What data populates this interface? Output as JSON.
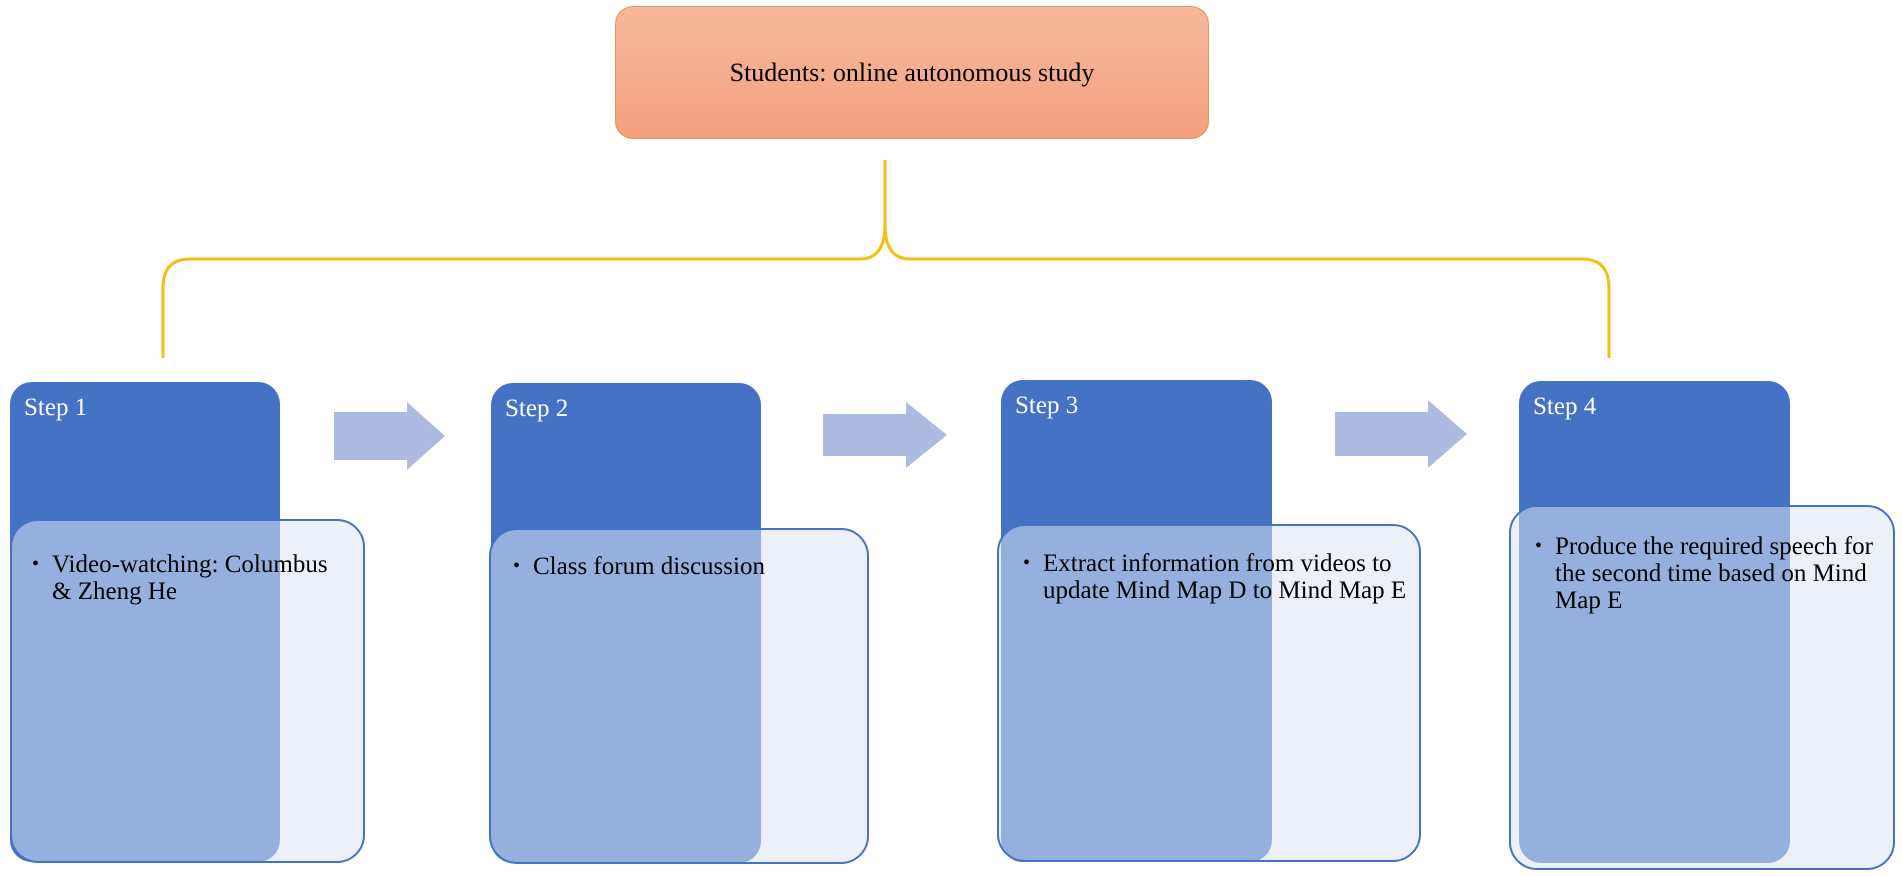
{
  "top_box": {
    "label": "Students: online autonomous study"
  },
  "colors": {
    "top_box_fill": "#f4a27e",
    "top_box_border": "#ef8c5f",
    "step_fill": "#4472c4",
    "card_fill": "#eaeff8",
    "arrow_fill": "#aebbe0",
    "connector": "#f5bf16"
  },
  "steps": [
    {
      "label": "Step 1",
      "items": [
        "Video-watching: Columbus & Zheng He"
      ]
    },
    {
      "label": "Step 2",
      "items": [
        "Class forum discussion"
      ]
    },
    {
      "label": "Step 3",
      "items": [
        "Extract information from videos to update Mind Map D to Mind Map E"
      ]
    },
    {
      "label": "Step 4",
      "items": [
        "Produce the required speech for the second time based on Mind Map E"
      ]
    }
  ],
  "bullet_symbol": "•"
}
